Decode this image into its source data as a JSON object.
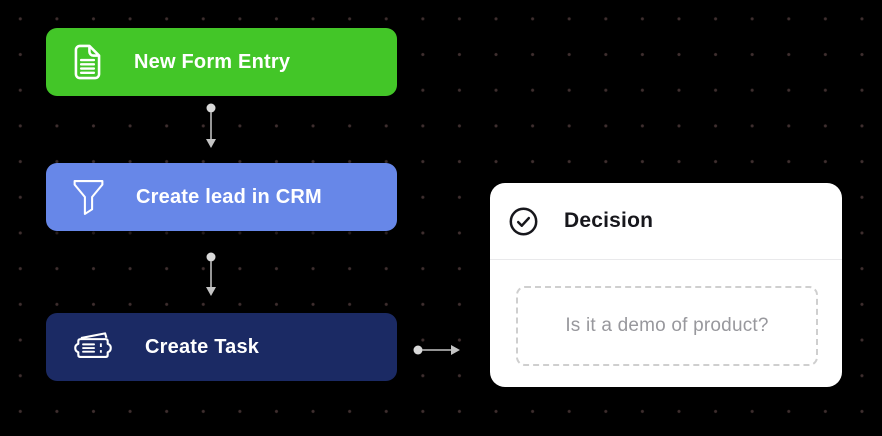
{
  "workflow": {
    "background": {
      "color": "#000000",
      "dot_color": "#3f2f2f"
    },
    "nodes": [
      {
        "label": "New Form Entry",
        "color": "#43c628",
        "icon": "document-icon"
      },
      {
        "label": "Create lead in CRM",
        "color": "#6787e8",
        "icon": "funnel-icon"
      },
      {
        "label": "Create Task",
        "color": "#1b2a64",
        "icon": "ticket-icon"
      }
    ],
    "connectors": {
      "dot_color": "#d9d9d9",
      "line_color": "#a8a8a8",
      "arrow_color": "#c4c4c4"
    },
    "decision_card": {
      "title": "Decision",
      "icon": "check-circle-icon",
      "question": "Is it a demo of product?",
      "title_color": "#17171c",
      "question_color": "#98989d"
    }
  }
}
